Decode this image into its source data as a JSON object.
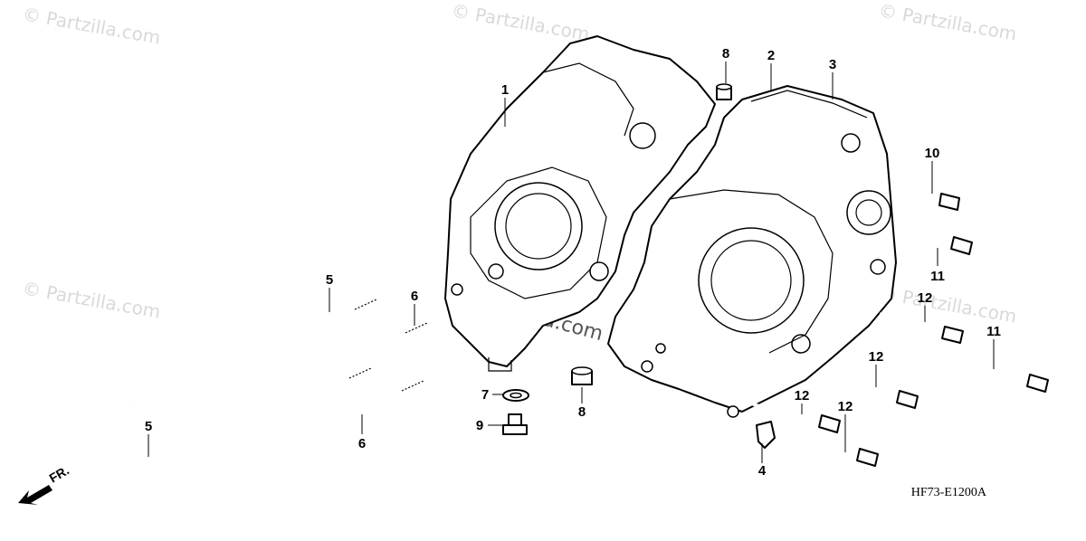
{
  "watermarks": [
    "© Partzilla.com",
    "© Partzilla.com",
    "© Partzilla.com",
    "© Partzilla.com",
    "© Partzilla.com",
    "Partzilla.com"
  ],
  "callouts": [
    "1",
    "2",
    "3",
    "8",
    "10",
    "11",
    "12",
    "11",
    "12",
    "12",
    "12",
    "4",
    "5",
    "6",
    "5",
    "6",
    "7",
    "9",
    "8"
  ],
  "diagram_code": "HF73-E1200A",
  "direction_label": "FR."
}
